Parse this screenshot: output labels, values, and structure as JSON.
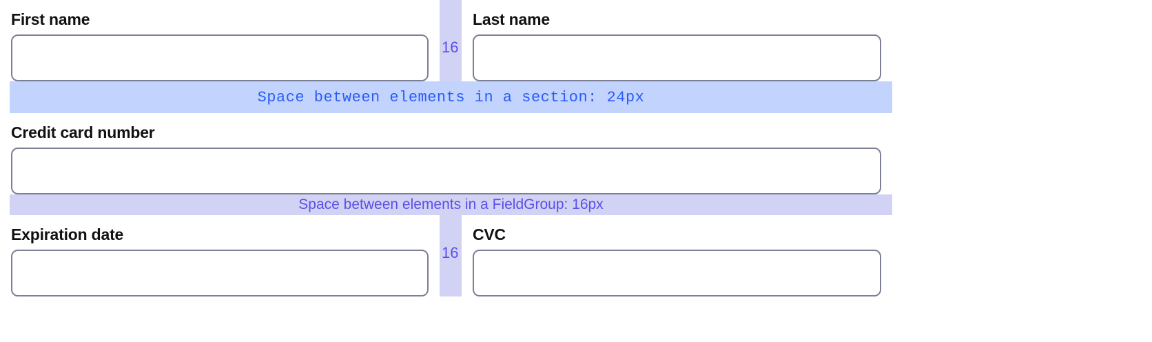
{
  "page": {
    "title": "Form spacing annotation preview",
    "background": "#ffffff"
  },
  "colors": {
    "section_band_bg": "#c2d4fd",
    "section_band_text": "#2b5cf6",
    "fieldgroup_band_bg": "#d2d2f5",
    "fieldgroup_band_text": "#5b4fe9",
    "gap_column_bg": "#d2d2f5",
    "gap_column_text": "#5b4fe9",
    "input_border": "#7c8096",
    "label_text": "#111111"
  },
  "sections": [
    {
      "id": "name-section",
      "fields": [
        {
          "id": "first-name",
          "label": "First name",
          "value": "",
          "placeholder": ""
        },
        {
          "id": "last-name",
          "label": "Last name",
          "value": "",
          "placeholder": ""
        }
      ],
      "column_gap_label": "16"
    },
    {
      "id": "card-number-section",
      "fields": [
        {
          "id": "credit-card-number",
          "label": "Credit card number",
          "value": "",
          "placeholder": ""
        }
      ]
    },
    {
      "id": "expiry-cvc-section",
      "fields": [
        {
          "id": "expiration-date",
          "label": "Expiration date",
          "value": "",
          "placeholder": ""
        },
        {
          "id": "cvc",
          "label": "CVC",
          "value": "",
          "placeholder": ""
        }
      ],
      "column_gap_label": "16"
    }
  ],
  "annotations": {
    "section_gap": {
      "text": "Space between elements in a section: 24px",
      "value": 24,
      "unit": "px"
    },
    "fieldgroup_gap": {
      "text": "Space between elements in a FieldGroup: 16px",
      "value": 16,
      "unit": "px"
    },
    "column_gap_top": "16",
    "column_gap_bottom": "16"
  }
}
